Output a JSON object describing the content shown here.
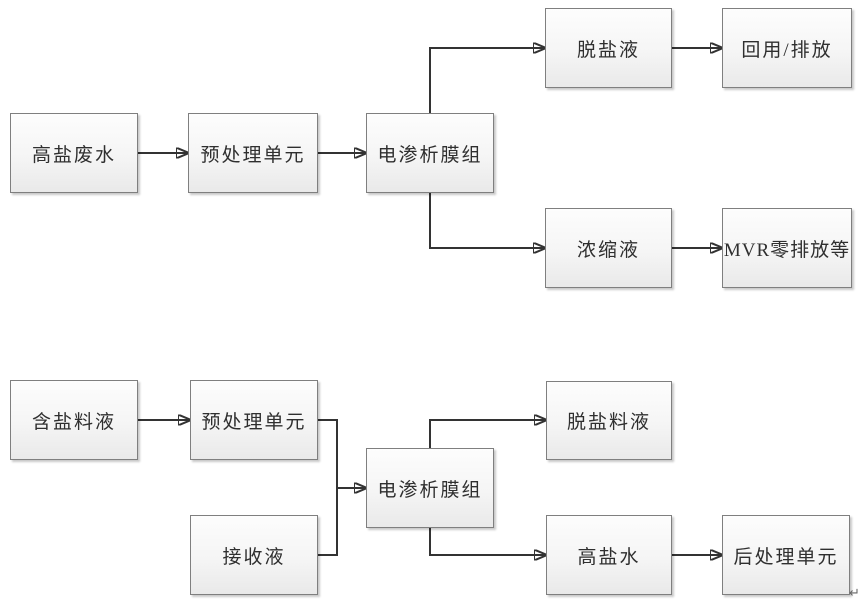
{
  "colors": {
    "background": "#ffffff",
    "box_border": "#7f7f7f",
    "box_fill_top": "#fdfdfd",
    "box_fill_bottom": "#e9e9e9",
    "connector_line": "#333333",
    "text": "#2f2f2f"
  },
  "flow1": {
    "feed": "高盐废水",
    "pretreatment": "预处理单元",
    "electrodialysis": "电渗析膜组",
    "desalted": "脱盐液",
    "reuse_discharge": "回用/排放",
    "concentrate": "浓缩液",
    "mvr_zero_discharge": "MVR零排放等"
  },
  "flow2": {
    "feed": "含盐料液",
    "pretreatment": "预处理单元",
    "receiving": "接收液",
    "electrodialysis": "电渗析膜组",
    "desalted": "脱盐料液",
    "brine": "高盐水",
    "posttreatment": "后处理单元"
  },
  "marks": {
    "paragraph_return": "↵"
  }
}
